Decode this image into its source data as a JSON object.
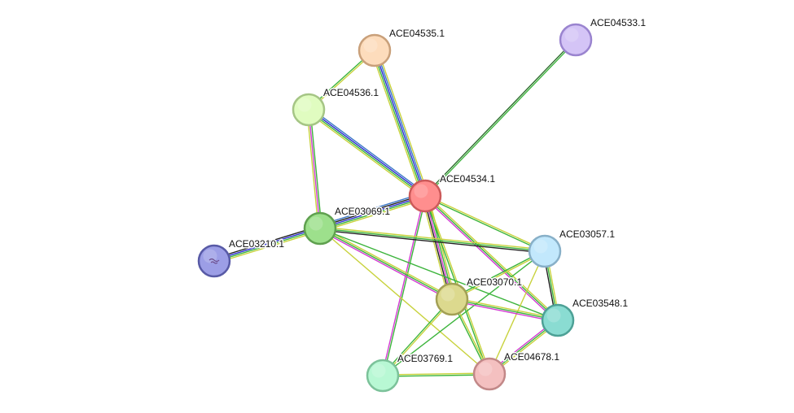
{
  "network": {
    "nodes": [
      {
        "id": "ACE04534.1",
        "label": "ACE04534.1",
        "fill": "#ff8e8e",
        "stroke": "#cc5a5a"
      },
      {
        "id": "ACE04535.1",
        "label": "ACE04535.1",
        "fill": "#fddcbc",
        "stroke": "#c9a07a"
      },
      {
        "id": "ACE04533.1",
        "label": "ACE04533.1",
        "fill": "#d4c4f6",
        "stroke": "#9a84cf"
      },
      {
        "id": "ACE04536.1",
        "label": "ACE04536.1",
        "fill": "#e0fcc0",
        "stroke": "#a5c585"
      },
      {
        "id": "ACE03069.1",
        "label": "ACE03069.1",
        "fill": "#9de08c",
        "stroke": "#5fa04f"
      },
      {
        "id": "ACE03210.1",
        "label": "ACE03210.1",
        "fill": "#9c9ee6",
        "stroke": "#585aa6"
      },
      {
        "id": "ACE03057.1",
        "label": "ACE03057.1",
        "fill": "#c2e8fc",
        "stroke": "#88b0c8"
      },
      {
        "id": "ACE03070.1",
        "label": "ACE03070.1",
        "fill": "#dcd98e",
        "stroke": "#a3a055"
      },
      {
        "id": "ACE03548.1",
        "label": "ACE03548.1",
        "fill": "#8adcd2",
        "stroke": "#4da196"
      },
      {
        "id": "ACE03769.1",
        "label": "ACE03769.1",
        "fill": "#b8f8d4",
        "stroke": "#7cc29a"
      },
      {
        "id": "ACE04678.1",
        "label": "ACE04678.1",
        "fill": "#f4c0c0",
        "stroke": "#c28888"
      }
    ],
    "edges": [
      {
        "source": "ACE04534.1",
        "target": "ACE04535.1",
        "colors": [
          "#c8d23c",
          "#3cb43c",
          "#2c2cd2",
          "#3c78c8",
          "#c8d23c"
        ]
      },
      {
        "source": "ACE04534.1",
        "target": "ACE04533.1",
        "colors": [
          "#2b6b2b",
          "#3cb43c"
        ]
      },
      {
        "source": "ACE04534.1",
        "target": "ACE04536.1",
        "colors": [
          "#c8d23c",
          "#3cb43c",
          "#2c2cd2",
          "#3c78c8"
        ]
      },
      {
        "source": "ACE04534.1",
        "target": "ACE03069.1",
        "colors": [
          "#c8d23c",
          "#3cb43c",
          "#2c2cd2",
          "#202020",
          "#3c78c8"
        ]
      },
      {
        "source": "ACE04534.1",
        "target": "ACE03057.1",
        "colors": [
          "#c8d23c",
          "#3cb43c"
        ]
      },
      {
        "source": "ACE04534.1",
        "target": "ACE03070.1",
        "colors": [
          "#c8d23c",
          "#3cb43c",
          "#d23cd2",
          "#202020",
          "#c8d23c"
        ]
      },
      {
        "source": "ACE04534.1",
        "target": "ACE03548.1",
        "colors": [
          "#c8d23c",
          "#3cb43c",
          "#d23cd2"
        ]
      },
      {
        "source": "ACE04534.1",
        "target": "ACE03769.1",
        "colors": [
          "#3cb43c",
          "#d23cd2"
        ]
      },
      {
        "source": "ACE04534.1",
        "target": "ACE04678.1",
        "colors": [
          "#c8d23c",
          "#3cb43c"
        ]
      },
      {
        "source": "ACE04535.1",
        "target": "ACE04536.1",
        "colors": [
          "#c8d23c",
          "#3cb43c"
        ]
      },
      {
        "source": "ACE04536.1",
        "target": "ACE03069.1",
        "colors": [
          "#3cb43c",
          "#d23cd2",
          "#c8d23c"
        ]
      },
      {
        "source": "ACE03069.1",
        "target": "ACE03210.1",
        "colors": [
          "#c8d23c",
          "#3cb43c",
          "#2c2cd2",
          "#202020"
        ]
      },
      {
        "source": "ACE03069.1",
        "target": "ACE03057.1",
        "colors": [
          "#c8d23c",
          "#3cb43c",
          "#202020"
        ]
      },
      {
        "source": "ACE03069.1",
        "target": "ACE03070.1",
        "colors": [
          "#c8d23c",
          "#3cb43c",
          "#d23cd2"
        ]
      },
      {
        "source": "ACE03069.1",
        "target": "ACE03548.1",
        "colors": [
          "#3cb43c"
        ]
      },
      {
        "source": "ACE03069.1",
        "target": "ACE04678.1",
        "colors": [
          "#c8d23c"
        ]
      },
      {
        "source": "ACE03057.1",
        "target": "ACE03070.1",
        "colors": [
          "#c8d23c",
          "#3cb43c"
        ]
      },
      {
        "source": "ACE03057.1",
        "target": "ACE03548.1",
        "colors": [
          "#c8d23c",
          "#3cb43c",
          "#202020"
        ]
      },
      {
        "source": "ACE03057.1",
        "target": "ACE04678.1",
        "colors": [
          "#c8d23c"
        ]
      },
      {
        "source": "ACE03057.1",
        "target": "ACE03769.1",
        "colors": [
          "#3cb43c"
        ]
      },
      {
        "source": "ACE03070.1",
        "target": "ACE03548.1",
        "colors": [
          "#c8d23c",
          "#3cb43c",
          "#d23cd2"
        ]
      },
      {
        "source": "ACE03070.1",
        "target": "ACE03769.1",
        "colors": [
          "#c8d23c",
          "#3cb43c"
        ]
      },
      {
        "source": "ACE03070.1",
        "target": "ACE04678.1",
        "colors": [
          "#c8d23c",
          "#3cb43c"
        ]
      },
      {
        "source": "ACE03548.1",
        "target": "ACE04678.1",
        "colors": [
          "#c8d23c",
          "#3cb43c",
          "#d23cd2"
        ]
      },
      {
        "source": "ACE03769.1",
        "target": "ACE04678.1",
        "colors": [
          "#c8d23c",
          "#3cb43c"
        ]
      }
    ]
  }
}
